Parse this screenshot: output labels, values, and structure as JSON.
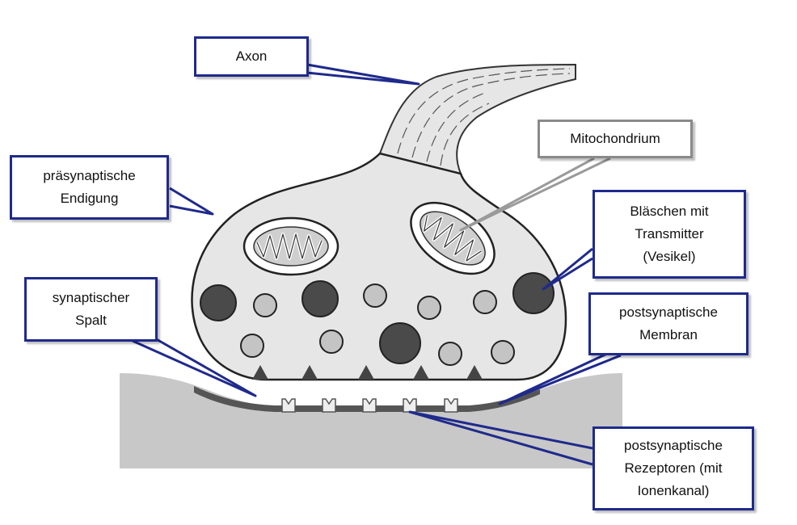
{
  "labels": {
    "axon": "Axon",
    "praesynaptische_endigung": "präsynaptische\nEndigung",
    "mitochondrium": "Mitochondrium",
    "blaeschen": "Bläschen mit\nTransmitter\n(Vesikel)",
    "synaptischer_spalt": "synaptischer\nSpalt",
    "postsynaptische_membran": "postsynaptische\nMembran",
    "postsynaptische_rezeptoren": "postsynaptische\nRezeptoren (mit\nIonenkanal)"
  },
  "colors": {
    "box_border": "#1f2a8c",
    "box_border_gray": "#8a8a8a",
    "terminal_fill": "#e6e6e6",
    "tissue_fill": "#c8c8c8",
    "vesicle_dark": "#4a4a4a",
    "vesicle_light": "#c4c4c4"
  }
}
